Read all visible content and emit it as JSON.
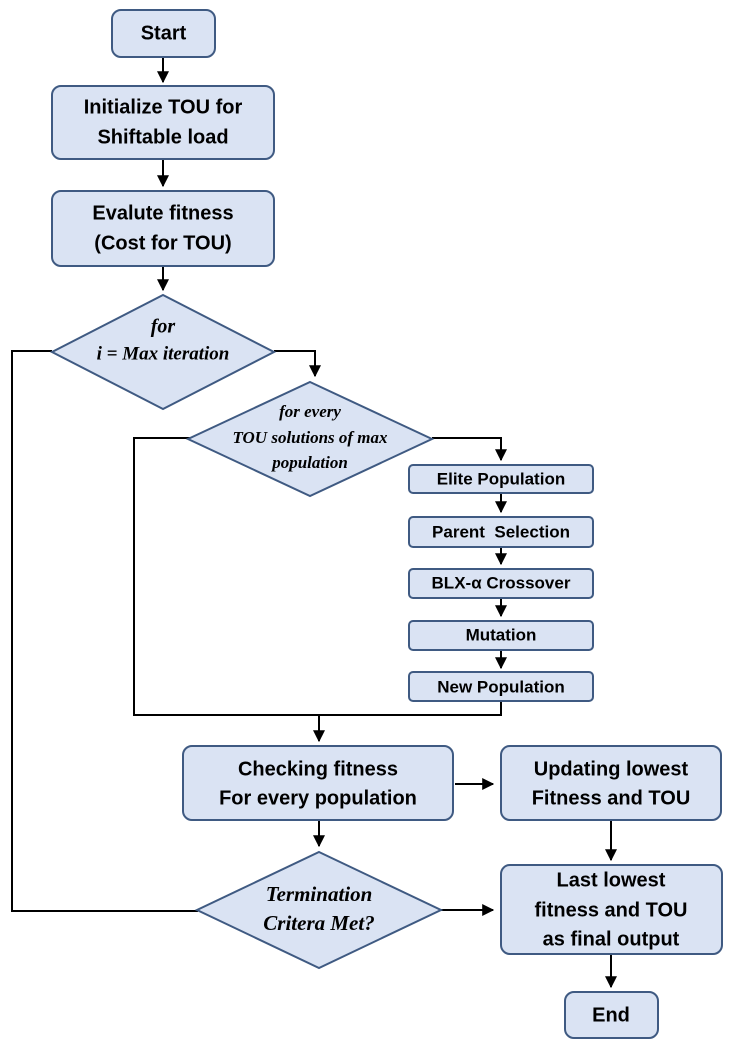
{
  "nodes": {
    "start": [
      "Start"
    ],
    "init": [
      "Initialize TOU for",
      "Shiftable load"
    ],
    "eval": [
      "Evalute fitness",
      "(Cost for TOU)"
    ],
    "for_iter": [
      "for",
      "i = Max iteration"
    ],
    "for_pop": [
      "for every",
      "TOU solutions of max",
      "population"
    ],
    "elite": [
      "Elite Population"
    ],
    "parent": [
      "Parent  Selection"
    ],
    "blx": [
      "BLX-α Crossover"
    ],
    "mutation": [
      "Mutation"
    ],
    "newpop": [
      "New Population"
    ],
    "check": [
      "Checking fitness",
      "For every population"
    ],
    "update": [
      "Updating lowest",
      "Fitness and TOU"
    ],
    "term": [
      "Termination",
      "Critera Met?"
    ],
    "last": [
      "Last lowest",
      "fitness and TOU",
      "as final output"
    ],
    "end": [
      "End"
    ]
  },
  "colors": {
    "fill": "#dae3f3",
    "border": "#3f5a82",
    "line": "#000000"
  }
}
